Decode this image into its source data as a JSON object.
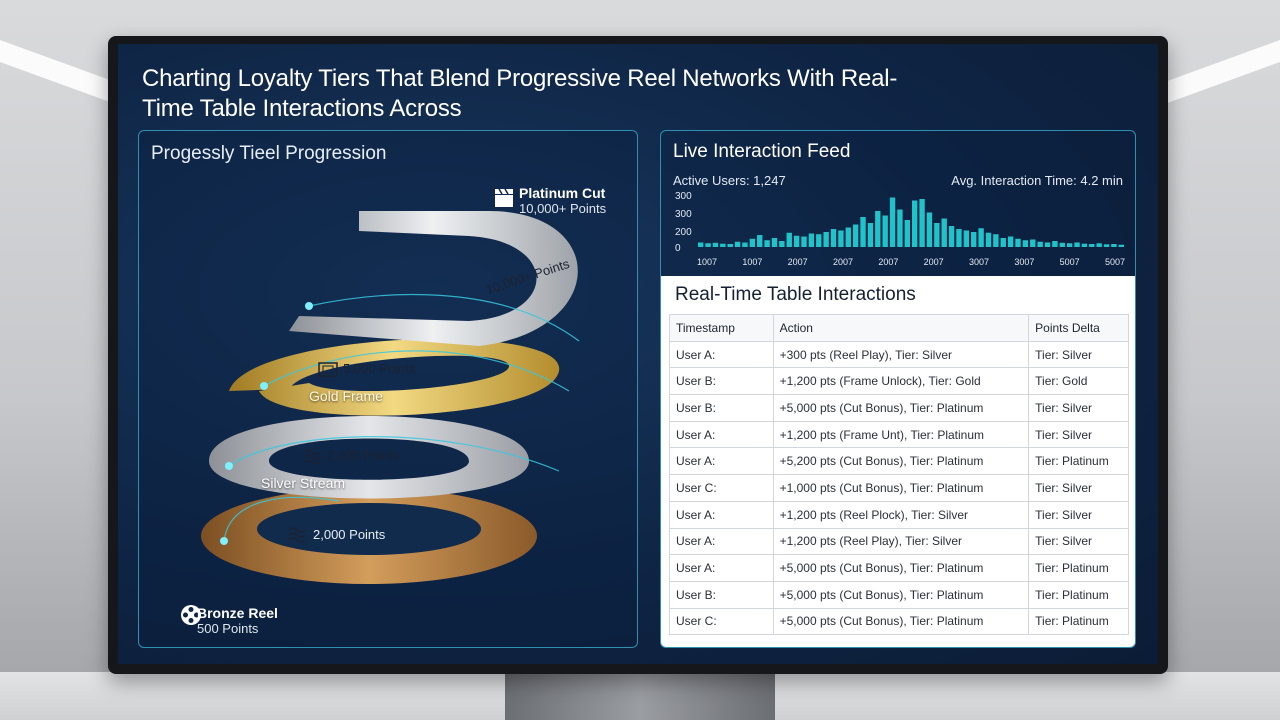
{
  "page_title": "Charting Loyalty Tiers That Blend Progressive Reel Networks With Real-Time Table Interactions Across",
  "tier_panel": {
    "title": "Progessly Tieel Progression",
    "tiers": [
      {
        "name": "Platinum Cut",
        "points": "10,000+ Points",
        "ring_points": "10,000+ Points",
        "color": "#c9ccd1",
        "icon": "clapperboard-icon"
      },
      {
        "name": "Gold Frame",
        "points": "5,000 Points",
        "color": "#d6b24a",
        "icon": "film-frame-icon"
      },
      {
        "name": "Silver Stream",
        "points": "2,000 Points",
        "color": "#bfc3c8",
        "icon": "stream-waves-icon"
      },
      {
        "name": "Bronze Reel",
        "points": "500 Points",
        "ring_points": "2,000 Points",
        "color": "#b07a3a",
        "icon": "film-reel-icon"
      }
    ]
  },
  "feed": {
    "title": "Live Interaction Feed",
    "active_users": "Active Users: 1,247",
    "avg_time": "Avg. Interaction Time: 4.2 min",
    "accent": "#1fc3c9"
  },
  "chart_data": {
    "type": "bar",
    "yticks": [
      "300",
      "300",
      "200",
      "0"
    ],
    "xticks": [
      "1007",
      "1007",
      "2007",
      "2007",
      "2007",
      "2007",
      "3007",
      "3007",
      "5007",
      "5007"
    ],
    "values": [
      30,
      25,
      28,
      22,
      20,
      35,
      30,
      55,
      80,
      45,
      60,
      40,
      95,
      75,
      70,
      90,
      85,
      100,
      120,
      110,
      130,
      150,
      200,
      160,
      240,
      210,
      330,
      250,
      180,
      310,
      320,
      230,
      160,
      190,
      140,
      120,
      110,
      100,
      125,
      95,
      85,
      60,
      70,
      55,
      45,
      50,
      35,
      30,
      40,
      28,
      25,
      30,
      22,
      20,
      25,
      18,
      20,
      15
    ],
    "ylim": [
      0,
      360
    ]
  },
  "table": {
    "title": "Real-Time Table Interactions",
    "headers": [
      "Timestamp",
      "Action",
      "Points Delta"
    ],
    "rows": [
      [
        "User A:",
        "+300 pts (Reel Play), Tier: Silver",
        "Tier: Silver"
      ],
      [
        "User B:",
        "+1,200 pts (Frame Unlock), Tier: Gold",
        "Tier: Gold"
      ],
      [
        "User B:",
        "+5,000 pts (Cut Bonus), Tier: Platinum",
        "Tier: Silver"
      ],
      [
        "User A:",
        "+1,200 pts (Frame Unt), Tier: Platinum",
        "Tier: Silver"
      ],
      [
        "User A:",
        "+5,200 pts (Cut Bonus), Tier: Platinum",
        "Tier: Platinum"
      ],
      [
        "User C:",
        "+1,000 pts (Cut Bonus), Tier: Platinum",
        "Tier: Silver"
      ],
      [
        "User A:",
        "+1,200 pts (Reel Plock), Tier: Silver",
        "Tier: Silver"
      ],
      [
        "User A:",
        "+1,200 pts (Reel Play), Tier: Silver",
        "Tier: Silver"
      ],
      [
        "User A:",
        "+5,000 pts (Cut Bonus), Tier: Platinum",
        "Tier: Platinum"
      ],
      [
        "User B:",
        "+5,000 pts (Cut Bonus), Tier: Platinum",
        "Tier: Platinum"
      ],
      [
        "User C:",
        "+5,000 pts (Cut Bonus), Tier: Platinum",
        "Tier: Platinum"
      ]
    ]
  }
}
